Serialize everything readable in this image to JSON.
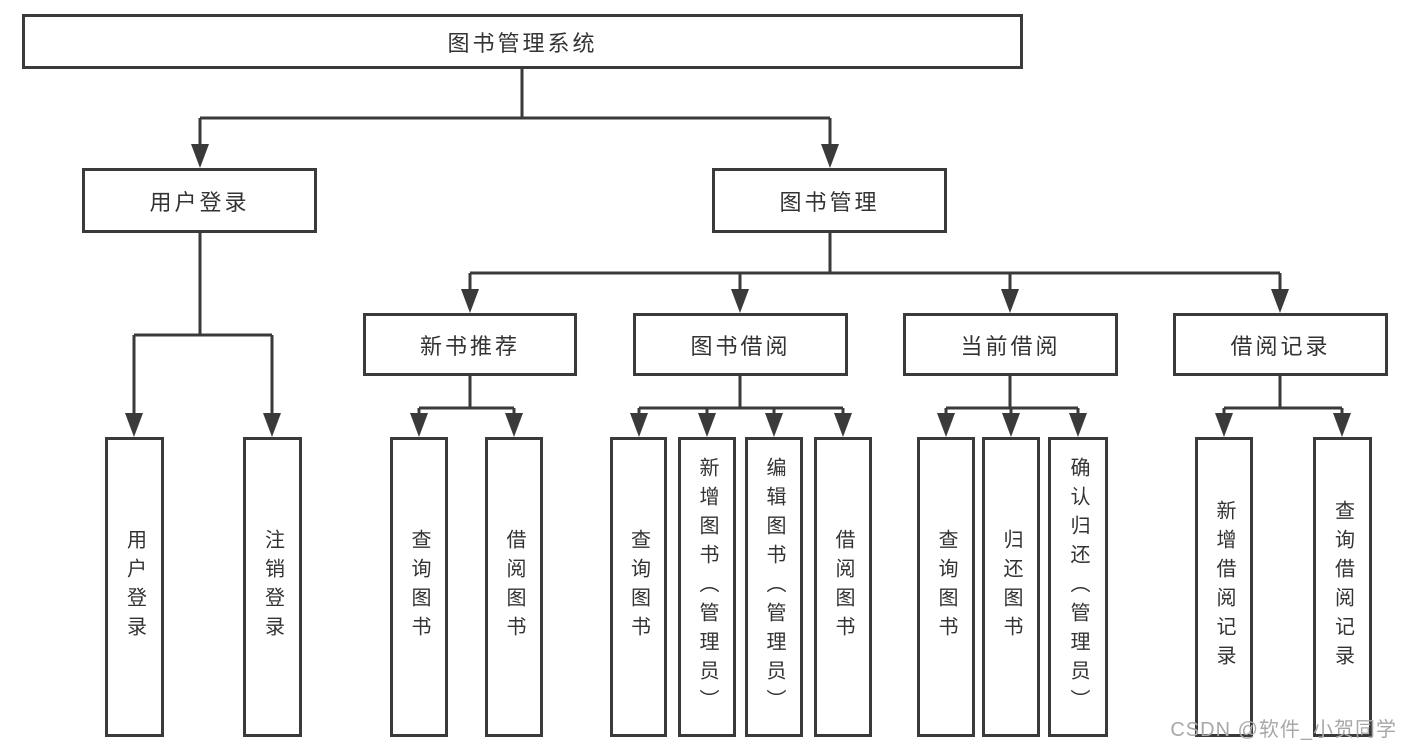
{
  "watermark": {
    "text": "CSDN @软件_小贺同学"
  },
  "colors": {
    "line": "#3a3a3a",
    "text": "#333333",
    "watermark": "#a8a8a8",
    "background": "#ffffff"
  },
  "nodes": {
    "root": {
      "label": "图书管理系统"
    },
    "user_login": {
      "label": "用户登录"
    },
    "book_mgmt": {
      "label": "图书管理"
    },
    "new_book_rec": {
      "label": "新书推荐"
    },
    "book_borrow": {
      "label": "图书借阅"
    },
    "current_borrow": {
      "label": "当前借阅"
    },
    "borrow_record": {
      "label": "借阅记录"
    },
    "leaf_user_login": {
      "label": "用户登录"
    },
    "leaf_logout": {
      "label": "注销登录"
    },
    "leaf_query_book_new": {
      "label": "查询图书"
    },
    "leaf_borrow_book_new": {
      "label": "借阅图书"
    },
    "leaf_query_book_borrow": {
      "label": "查询图书"
    },
    "leaf_add_book": {
      "label": "新增图书（管理员）"
    },
    "leaf_edit_book": {
      "label": "编辑图书（管理员）"
    },
    "leaf_borrow_book_borrow": {
      "label": "借阅图书"
    },
    "leaf_query_book_current": {
      "label": "查询图书"
    },
    "leaf_return_book": {
      "label": "归还图书"
    },
    "leaf_confirm_return": {
      "label": "确认归还（管理员）"
    },
    "leaf_add_borrow_record": {
      "label": "新增借阅记录"
    },
    "leaf_query_borrow_record": {
      "label": "查询借阅记录"
    }
  }
}
